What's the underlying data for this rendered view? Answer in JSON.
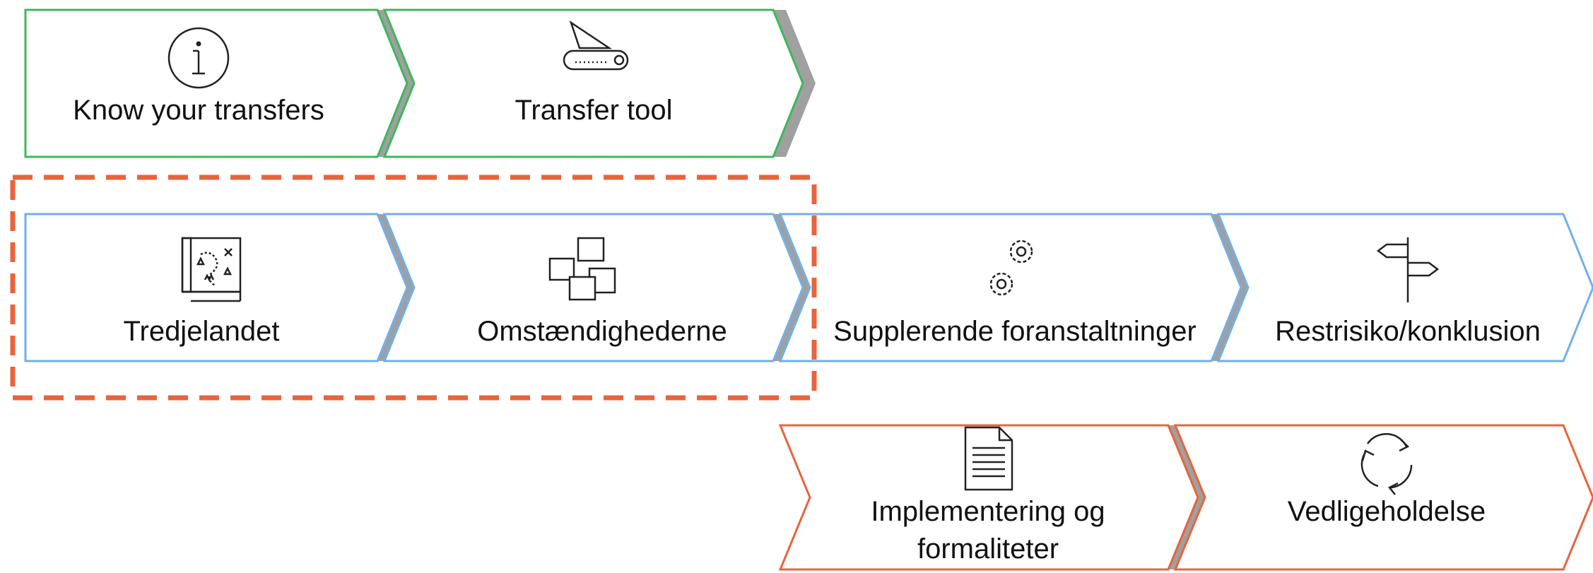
{
  "colors": {
    "green": "#3db85a",
    "blue": "#6fb0ec",
    "orange": "#e8643c",
    "dash": "#e8643c",
    "shadow": "#a0a0a0"
  },
  "rows": [
    {
      "color": "green",
      "steps": [
        {
          "label": "Know your transfers",
          "icon": "info-icon"
        },
        {
          "label": "Transfer tool",
          "icon": "pocket-knife-icon"
        }
      ]
    },
    {
      "color": "blue",
      "steps": [
        {
          "label": "Tredjelandet",
          "icon": "treasure-map-icon"
        },
        {
          "label": "Omstændighederne",
          "icon": "sticky-notes-icon"
        },
        {
          "label": "Supplerende foranstaltninger",
          "icon": "gears-icon"
        },
        {
          "label": "Restrisiko/konklusion",
          "icon": "signpost-icon"
        }
      ]
    },
    {
      "color": "orange",
      "steps": [
        {
          "label_lines": [
            "Implementering og",
            "formaliteter"
          ],
          "icon": "document-icon"
        },
        {
          "label": "Vedligeholdelse",
          "icon": "refresh-cycle-icon"
        }
      ]
    }
  ]
}
